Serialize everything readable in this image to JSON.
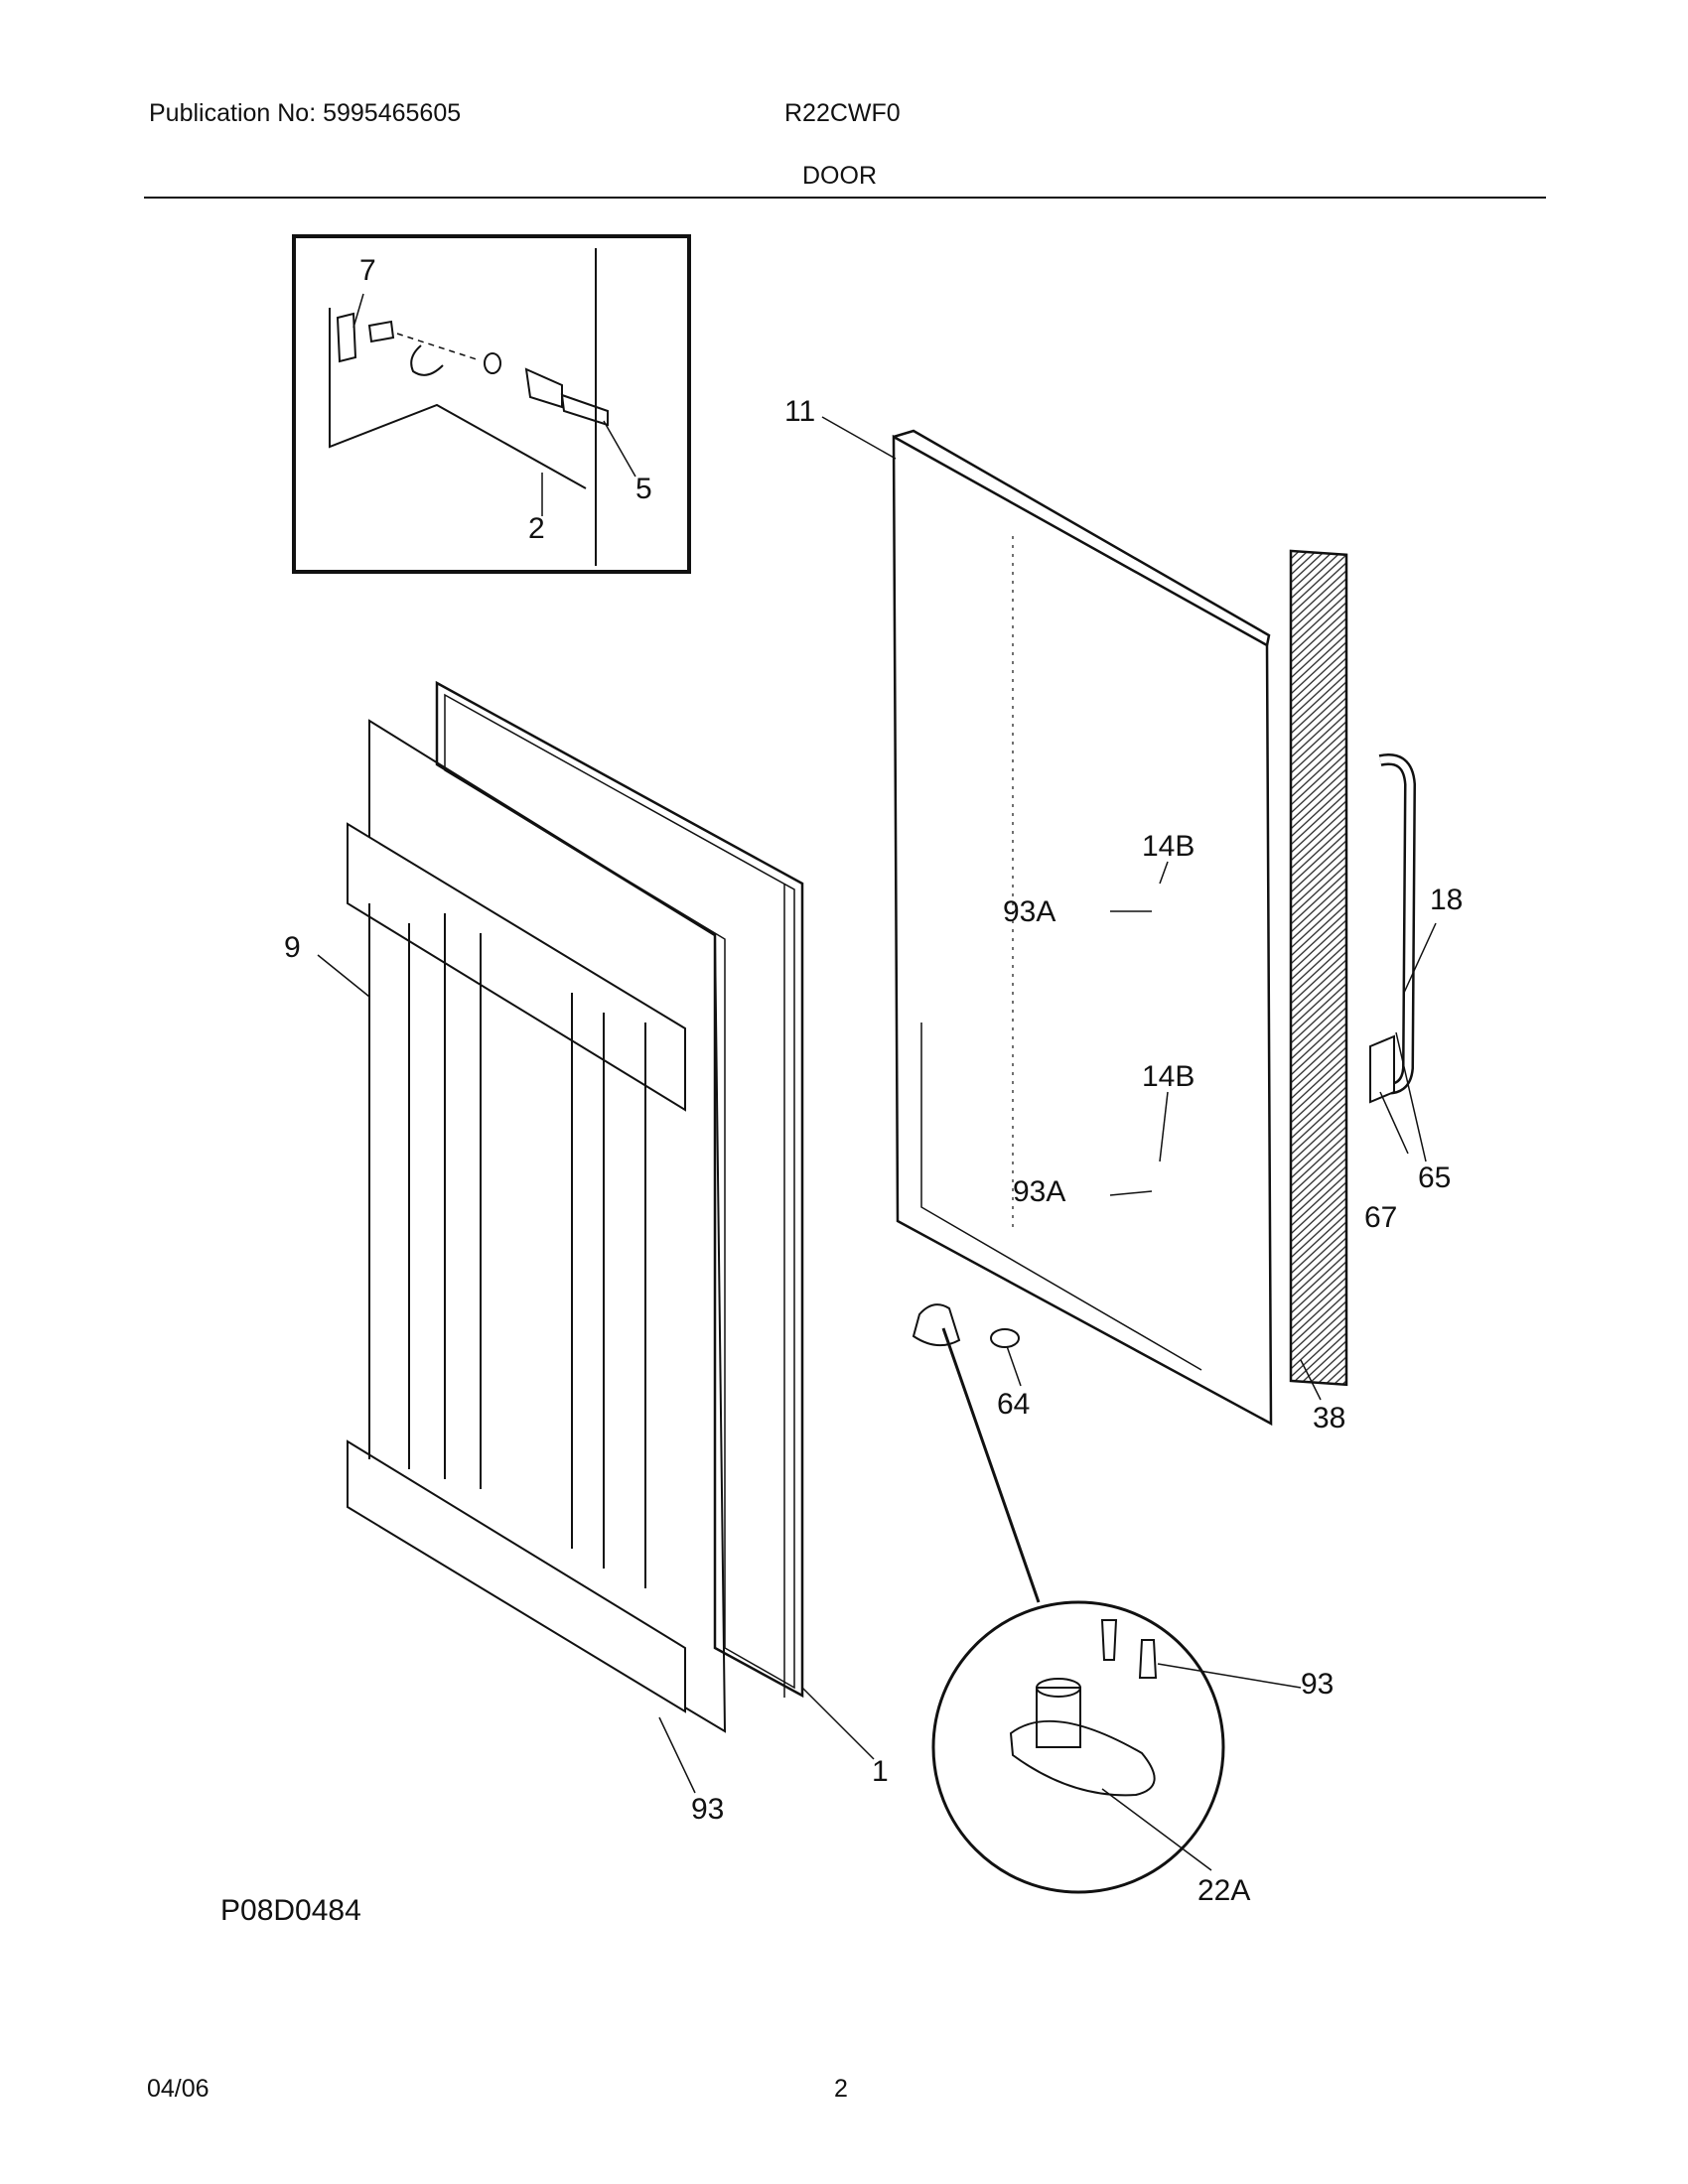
{
  "header": {
    "publication": "Publication No: 5995465605",
    "model": "R22CWF0",
    "section": "DOOR"
  },
  "footer": {
    "date": "04/06",
    "page": "2"
  },
  "figure_id": "P08D0484",
  "callouts": {
    "c7": "7",
    "c5": "5",
    "c2": "2",
    "c11": "11",
    "c14b_top": "14B",
    "c93a_top": "93A",
    "c18": "18",
    "c9": "9",
    "c14b_bot": "14B",
    "c93a_bot": "93A",
    "c65": "65",
    "c67": "67",
    "c64": "64",
    "c38": "38",
    "c93_right": "93",
    "c1": "1",
    "c93_left": "93",
    "c22a": "22A"
  }
}
